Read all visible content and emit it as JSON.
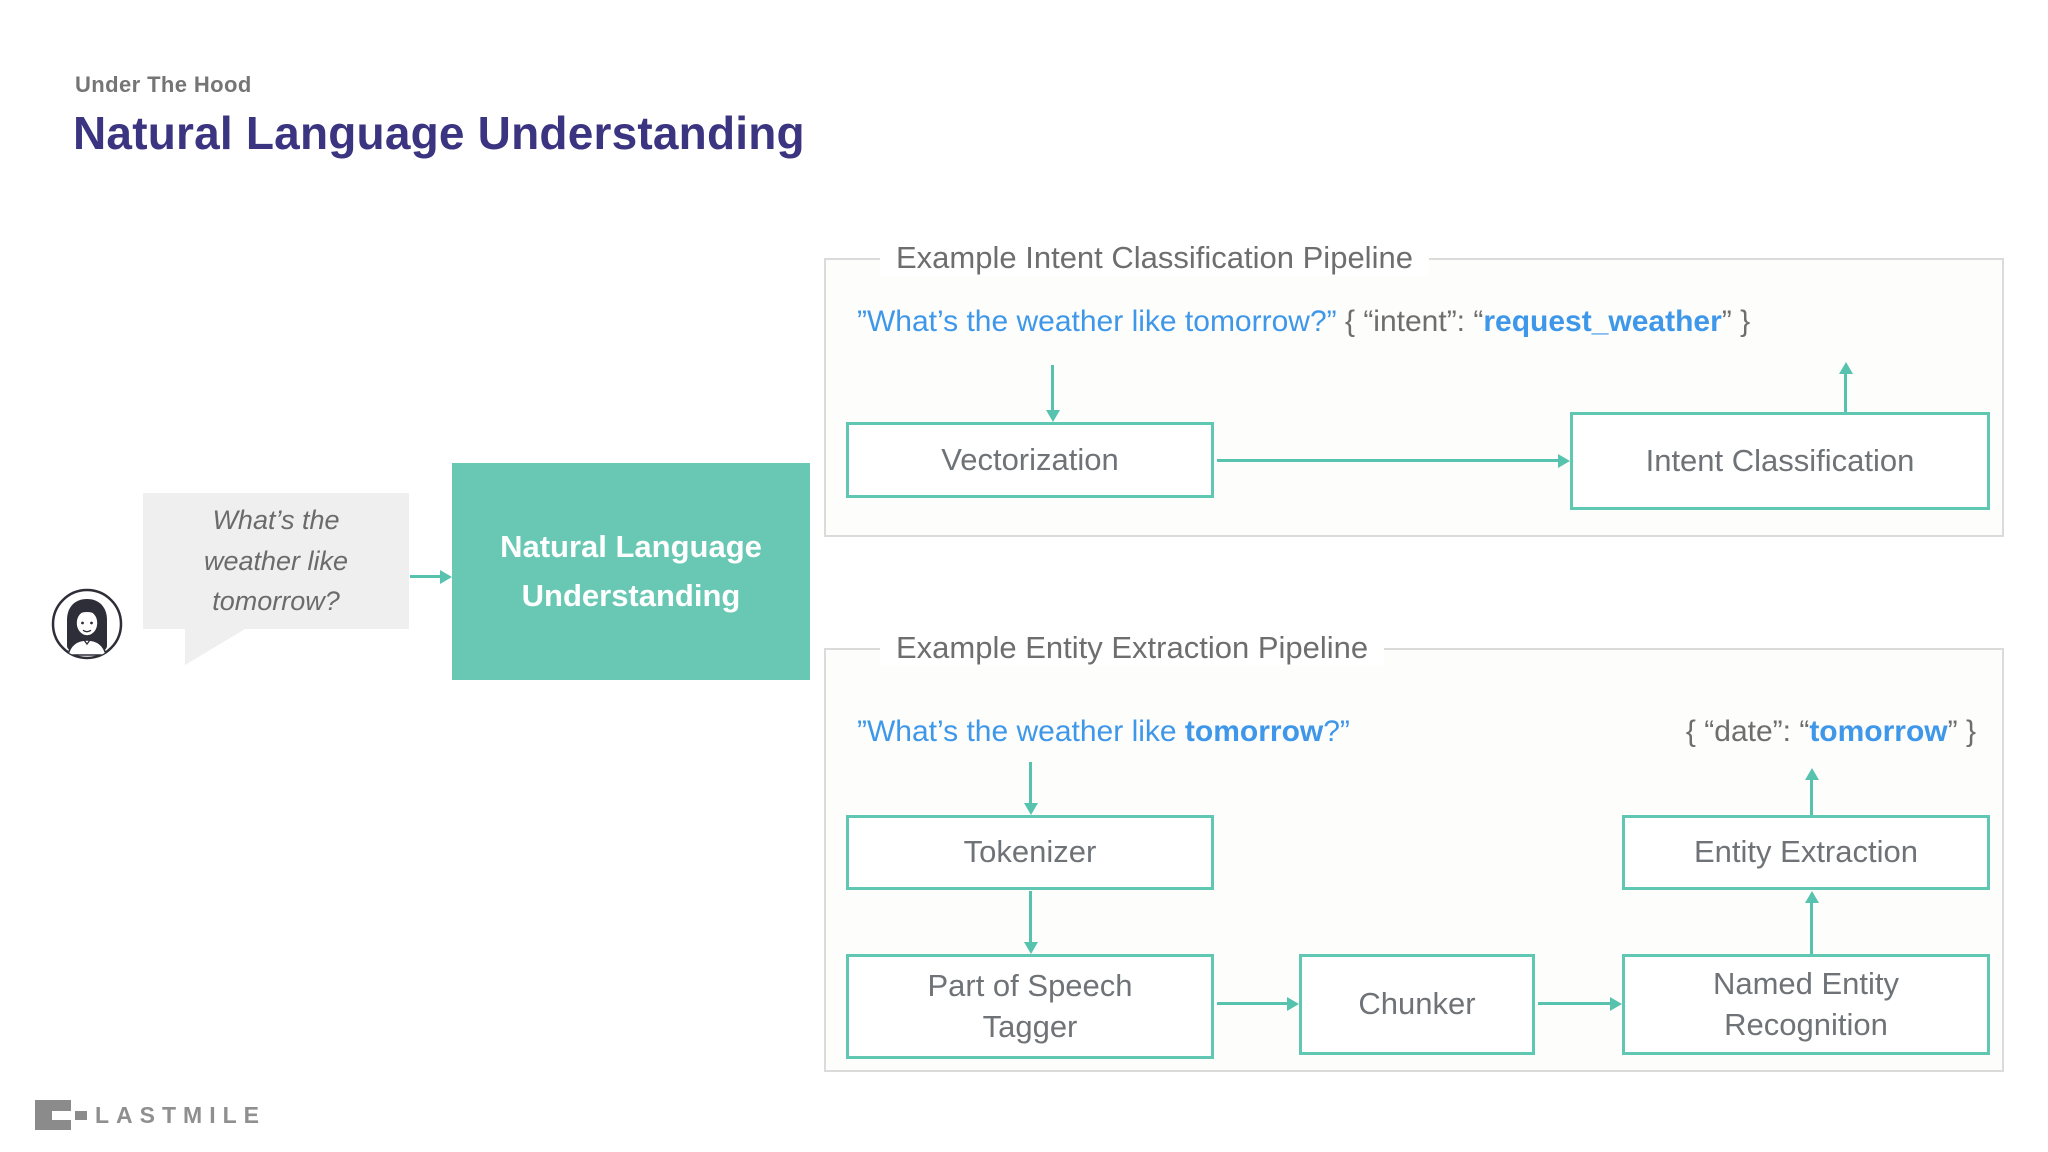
{
  "colors": {
    "teal_fill": "#68C8B3",
    "teal_line": "#57C3AE",
    "blue_text": "#3E97E8",
    "purple_title": "#3B3480"
  },
  "header": {
    "eyebrow": "Under The Hood",
    "title": "Natural Language Understanding"
  },
  "user": {
    "avatar": "woman-avatar",
    "bubble": {
      "line1": "What’s the",
      "line2": "weather like",
      "line3": "tomorrow?"
    }
  },
  "nlu_box": {
    "line1": "Natural Language",
    "line2": "Understanding"
  },
  "intent_pipeline": {
    "title": "Example Intent Classification Pipeline",
    "input": {
      "quoted": "”What’s the weather like tomorrow?”"
    },
    "output": {
      "prefix": " { “intent”: “",
      "value": "request_weather",
      "suffix": "” }"
    },
    "nodes": {
      "vectorization": "Vectorization",
      "intent_classification": "Intent Classification"
    }
  },
  "entity_pipeline": {
    "title": "Example Entity Extraction Pipeline",
    "input": {
      "pre": "”What’s the weather like ",
      "highlight": "tomorrow",
      "post": "?”"
    },
    "output": {
      "prefix": "{ “date”: “",
      "value": "tomorrow",
      "suffix": "” }"
    },
    "nodes": {
      "tokenizer": "Tokenizer",
      "pos_tagger": "Part of Speech Tagger",
      "chunker": "Chunker",
      "ner": "Named Entity Recognition",
      "entity_extraction": "Entity Extraction"
    }
  },
  "footer": {
    "brand": "LASTMILE"
  }
}
